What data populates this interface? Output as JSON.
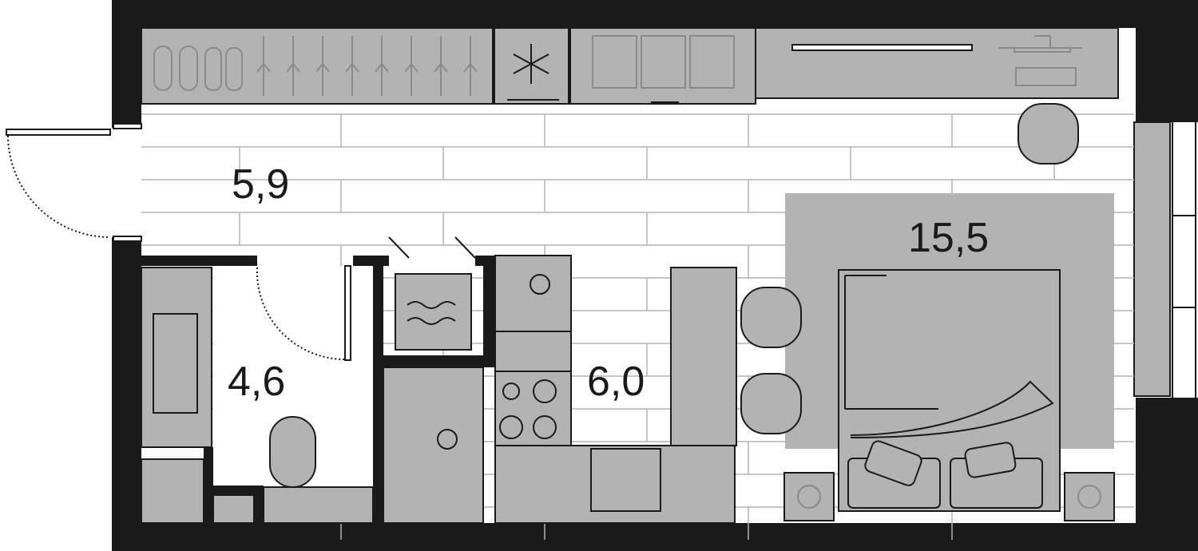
{
  "plan": {
    "rooms": [
      {
        "id": "hallway",
        "area": "5,9"
      },
      {
        "id": "bathroom",
        "area": "4,6"
      },
      {
        "id": "kitchen",
        "area": "6,0"
      },
      {
        "id": "living",
        "area": "15,5"
      }
    ],
    "colors": {
      "wall": "#1a1a1a",
      "furniture": "#b3b3b3",
      "floor": "#ffffff"
    }
  }
}
